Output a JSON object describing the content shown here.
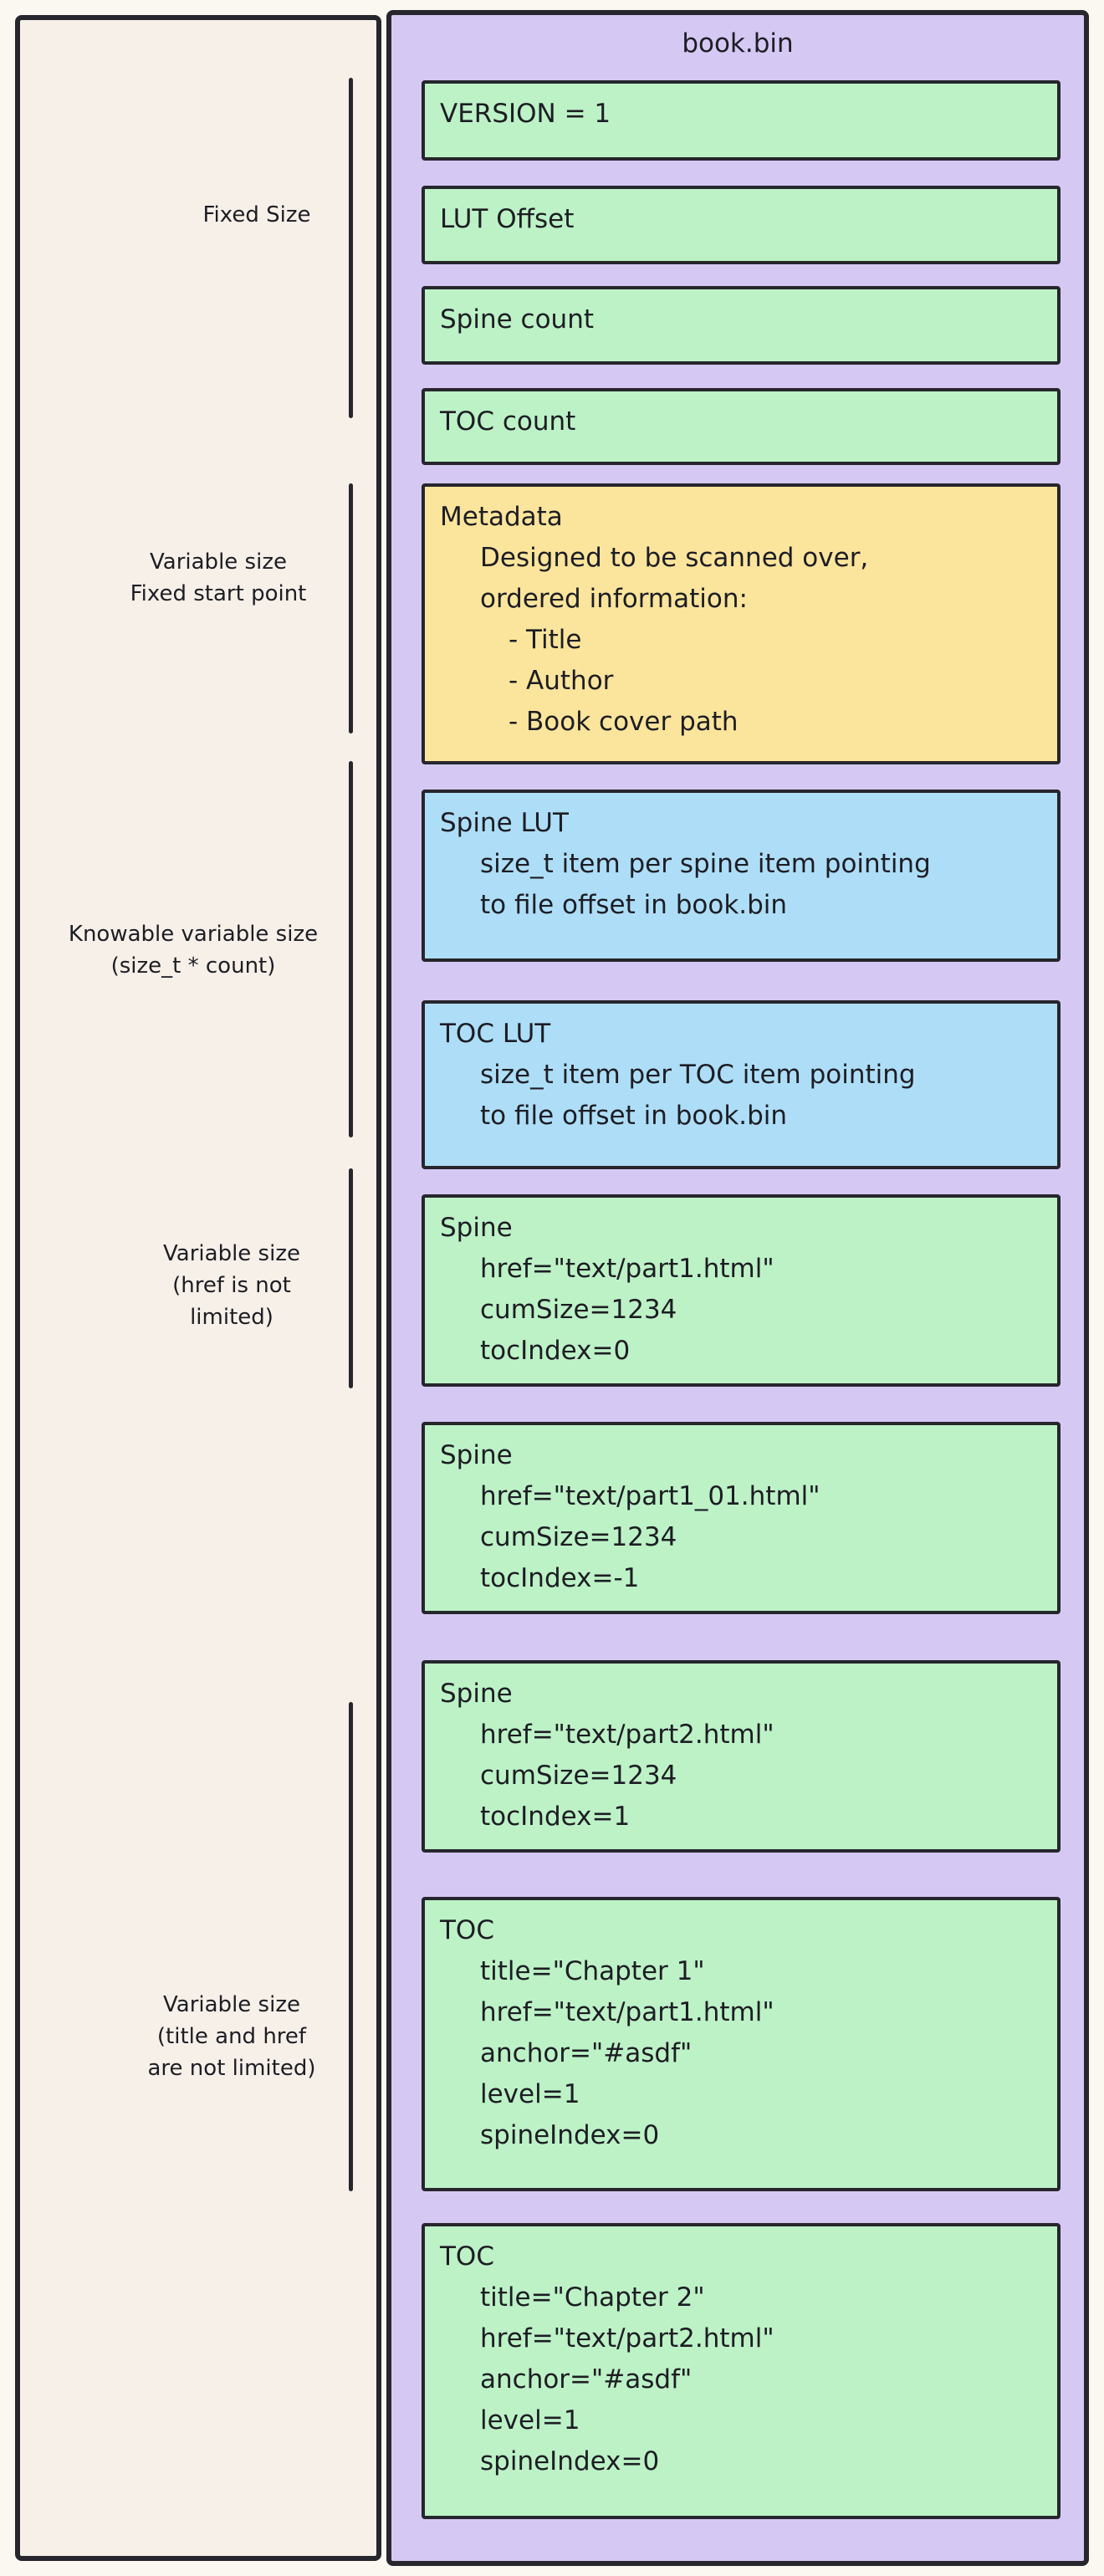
{
  "header": {
    "file_title": "book.bin"
  },
  "left_panel": {
    "labels": [
      {
        "name": "fixed-size",
        "lines": [
          "Fixed Size"
        ]
      },
      {
        "name": "variable-fixed-start",
        "lines": [
          "Variable size",
          "Fixed start point"
        ]
      },
      {
        "name": "knowable-variable",
        "lines": [
          "Knowable variable size",
          "(size_t * count)"
        ]
      },
      {
        "name": "variable-href",
        "lines": [
          "Variable size",
          "(href is not",
          "limited)"
        ]
      },
      {
        "name": "variable-title-href",
        "lines": [
          "Variable size",
          "(title and href",
          "are not limited)"
        ]
      }
    ]
  },
  "file_layout": {
    "blocks": [
      {
        "name": "version",
        "color": "green",
        "lines": [
          "VERSION = 1"
        ]
      },
      {
        "name": "lut-offset",
        "color": "green",
        "lines": [
          "LUT Offset"
        ]
      },
      {
        "name": "spine-count",
        "color": "green",
        "lines": [
          "Spine count"
        ]
      },
      {
        "name": "toc-count",
        "color": "green",
        "lines": [
          "TOC count"
        ]
      },
      {
        "name": "metadata",
        "color": "yellow",
        "lines": [
          "Metadata",
          "Designed to be scanned over,",
          "ordered information:",
          "- Title",
          "- Author",
          "- Book cover path"
        ]
      },
      {
        "name": "spine-lut",
        "color": "blue",
        "lines": [
          "Spine LUT",
          "size_t item per spine item pointing",
          "to file offset in book.bin"
        ]
      },
      {
        "name": "toc-lut",
        "color": "blue",
        "lines": [
          "TOC LUT",
          "size_t item per TOC item pointing",
          "to file offset in book.bin"
        ]
      },
      {
        "name": "spine-1",
        "color": "green",
        "lines": [
          "Spine",
          "href=\"text/part1.html\"",
          "cumSize=1234",
          "tocIndex=0"
        ]
      },
      {
        "name": "spine-2",
        "color": "green",
        "lines": [
          "Spine",
          "href=\"text/part1_01.html\"",
          "cumSize=1234",
          "tocIndex=-1"
        ]
      },
      {
        "name": "spine-3",
        "color": "green",
        "lines": [
          "Spine",
          "href=\"text/part2.html\"",
          "cumSize=1234",
          "tocIndex=1"
        ]
      },
      {
        "name": "toc-1",
        "color": "green",
        "lines": [
          "TOC",
          "title=\"Chapter 1\"",
          "href=\"text/part1.html\"",
          "anchor=\"#asdf\"",
          "level=1",
          "spineIndex=0"
        ]
      },
      {
        "name": "toc-2",
        "color": "green",
        "lines": [
          "TOC",
          "title=\"Chapter 2\"",
          "href=\"text/part2.html\"",
          "anchor=\"#asdf\"",
          "level=1",
          "spineIndex=0"
        ]
      }
    ]
  },
  "colors": {
    "stroke": "#26262c",
    "text": "#1d1d24",
    "purple": "#d5c9f4",
    "green": "#bdf2c7",
    "yellow": "#fbe59c",
    "blue": "#aedef7",
    "cream": "#f6f0e9",
    "pagebg": "#fbf7f1"
  }
}
